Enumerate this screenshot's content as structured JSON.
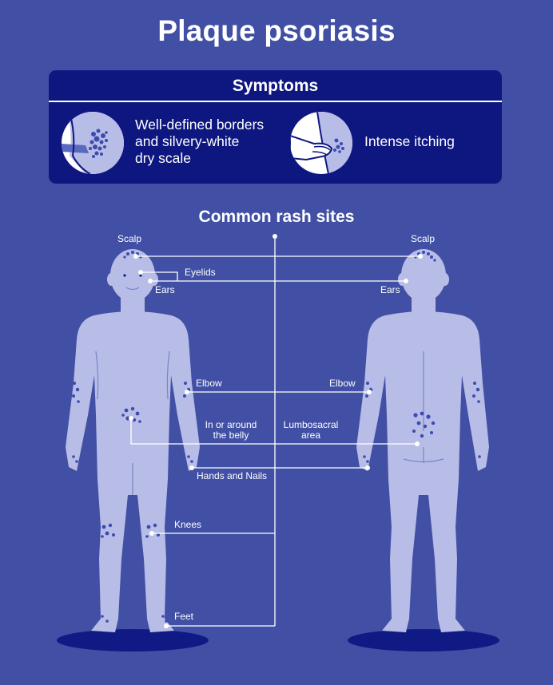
{
  "title": "Plaque psoriasis",
  "symptoms": {
    "heading": "Symptoms",
    "items": [
      {
        "icon": "skin-scale-icon",
        "text_lines": [
          "Well-defined borders",
          "and silvery-white",
          "dry scale"
        ]
      },
      {
        "icon": "itching-hand-icon",
        "text_lines": [
          "Intense itching"
        ]
      }
    ]
  },
  "rash_sites": {
    "heading": "Common rash sites",
    "front_labels": {
      "scalp": "Scalp",
      "eyelids": "Eyelids",
      "ears": "Ears",
      "elbow": "Elbow",
      "belly_lines": [
        "In or around",
        "the belly"
      ],
      "hands_nails": "Hands and Nails",
      "knees": "Knees",
      "feet": "Feet"
    },
    "back_labels": {
      "scalp": "Scalp",
      "ears": "Ears",
      "elbow": "Elbow",
      "lumbosacral_lines": [
        "Lumbosacral",
        "area"
      ]
    }
  },
  "colors": {
    "background": "#4150a4",
    "panel": "#0e1780",
    "body_figure": "#b7bde6",
    "rash": "#3c4bb0",
    "shadow": "#0f1a85"
  }
}
